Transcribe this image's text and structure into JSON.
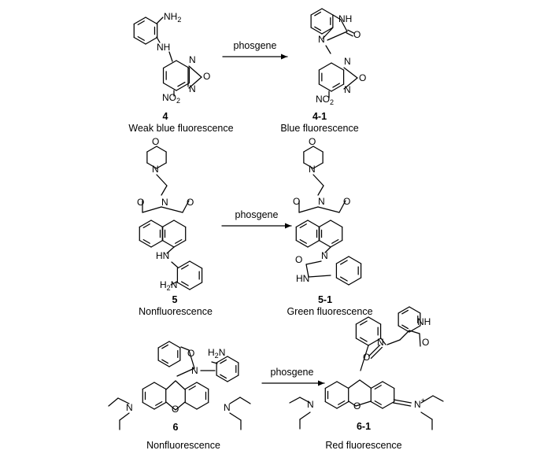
{
  "reactions": [
    {
      "reagent": "phosgene",
      "reactant": {
        "number": "4",
        "caption": "Weak blue fluorescence"
      },
      "product": {
        "number": "4-1",
        "caption": "Blue fluorescence"
      }
    },
    {
      "reagent": "phosgene",
      "reactant": {
        "number": "5",
        "caption": "Nonfluorescence"
      },
      "product": {
        "number": "5-1",
        "caption": "Green fluorescence"
      }
    },
    {
      "reagent": "phosgene",
      "reactant": {
        "number": "6",
        "caption": "Nonfluorescence"
      },
      "product": {
        "number": "6-1",
        "caption": "Red fluorescence"
      }
    }
  ],
  "atoms": {
    "nh2": "NH",
    "nh": "NH",
    "hn": "HN",
    "h2n": "H",
    "n_h2": "N",
    "two": "2",
    "n": "N",
    "o": "O",
    "no": "NO",
    "plus": "+"
  }
}
